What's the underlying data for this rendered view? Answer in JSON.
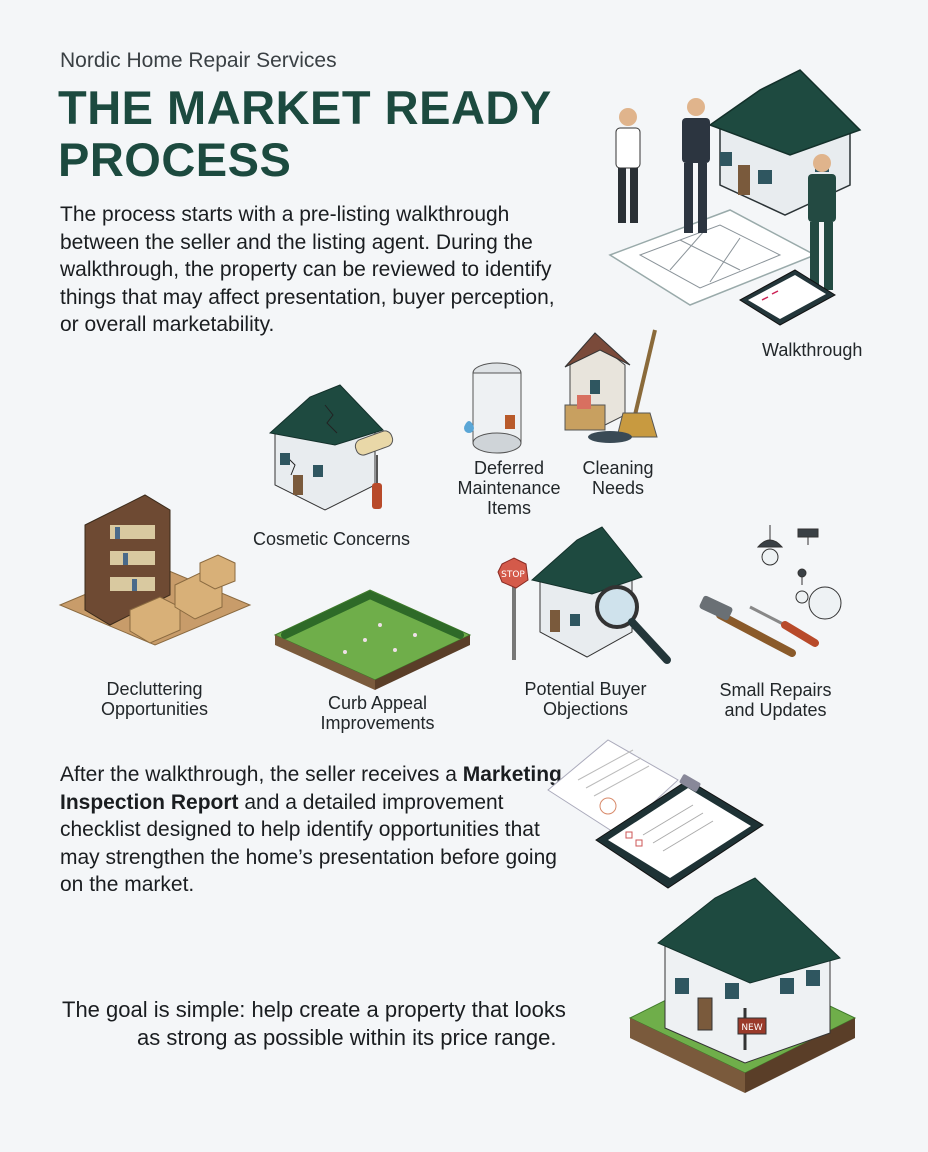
{
  "company": "Nordic Home Repair Services",
  "title_line1": "THE MARKET READY",
  "title_line2": "PROCESS",
  "intro": "The process starts with a pre-listing walkthrough between the seller and the listing agent. During the walkthrough, the property can be reviewed to identify things that may affect presentation, buyer perception, or overall marketability.",
  "items": {
    "walkthrough": "Walkthrough",
    "deferred": [
      "Deferred",
      "Maintenance",
      "Items"
    ],
    "cleaning": [
      "Cleaning",
      "Needs"
    ],
    "cosmetic": "Cosmetic Concerns",
    "decluttering": [
      "Decluttering",
      "Opportunities"
    ],
    "curb": [
      "Curb Appeal",
      "Improvements"
    ],
    "objections": [
      "Potential Buyer",
      "Objections"
    ],
    "repairs": [
      "Small Repairs",
      "and Updates"
    ]
  },
  "after": {
    "pre": "After the walkthrough, the seller receives a ",
    "bold": "Marketing Inspection Report",
    "post": " and a detailed improvement checklist designed to help identify opportunities that may strengthen the home’s presentation before going on the market."
  },
  "goal_line1": "The goal is simple: help create a property that looks",
  "goal_line2": "as strong as possible within its price range.",
  "sign_text": "NEW",
  "stop_text": "STOP",
  "colors": {
    "roof": "#1e4a40",
    "title": "#1c4a3f",
    "grass": "#6fae4a",
    "wood": "#7a5a3c",
    "background": "#f4f6f8"
  }
}
